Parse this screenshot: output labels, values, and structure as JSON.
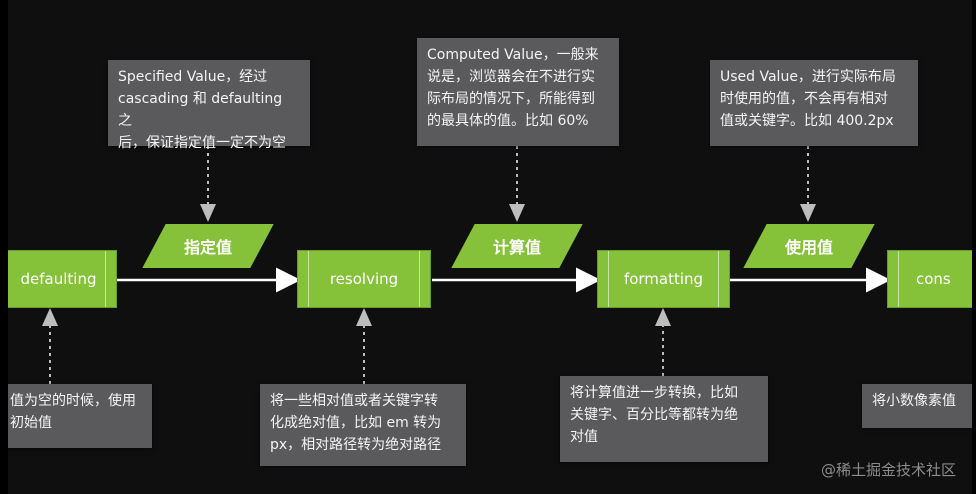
{
  "notes": {
    "specified": "Specified Value，经过\ncascading 和 defaulting 之\n后，保证指定值一定不为空",
    "computed": "Computed Value，一般来\n说是，浏览器会在不进行实\n际布局的情况下，所能得到\n的最具体的值。比如 60%",
    "used": "Used Value，进行实际布局\n时使用的值，不会再有相对\n值或关键字。比如 400.2px",
    "defaulting_desc": "值为空的时候，使用\n初始值",
    "resolving_desc": "将一些相对值或者关键字转\n化成绝对值，比如 em 转为\npx，相对路径转为绝对路径",
    "formatting_desc": "将计算值进一步转换，比如\n关键字、百分比等都转为绝\n对值",
    "constraining_desc": "将小数像素值"
  },
  "steps": {
    "defaulting": "defaulting",
    "resolving": "resolving",
    "formatting": "formatting",
    "constraining": "cons"
  },
  "values": {
    "specified": "指定值",
    "computed": "计算值",
    "used": "使用值"
  },
  "watermark": "@稀土掘金技术社区",
  "colors": {
    "background": "#0f0f10",
    "box_green": "#86c13a",
    "note_gray": "#5a5a5d",
    "arrow_white": "#ffffff",
    "dotted_gray": "#bdbdbd"
  }
}
